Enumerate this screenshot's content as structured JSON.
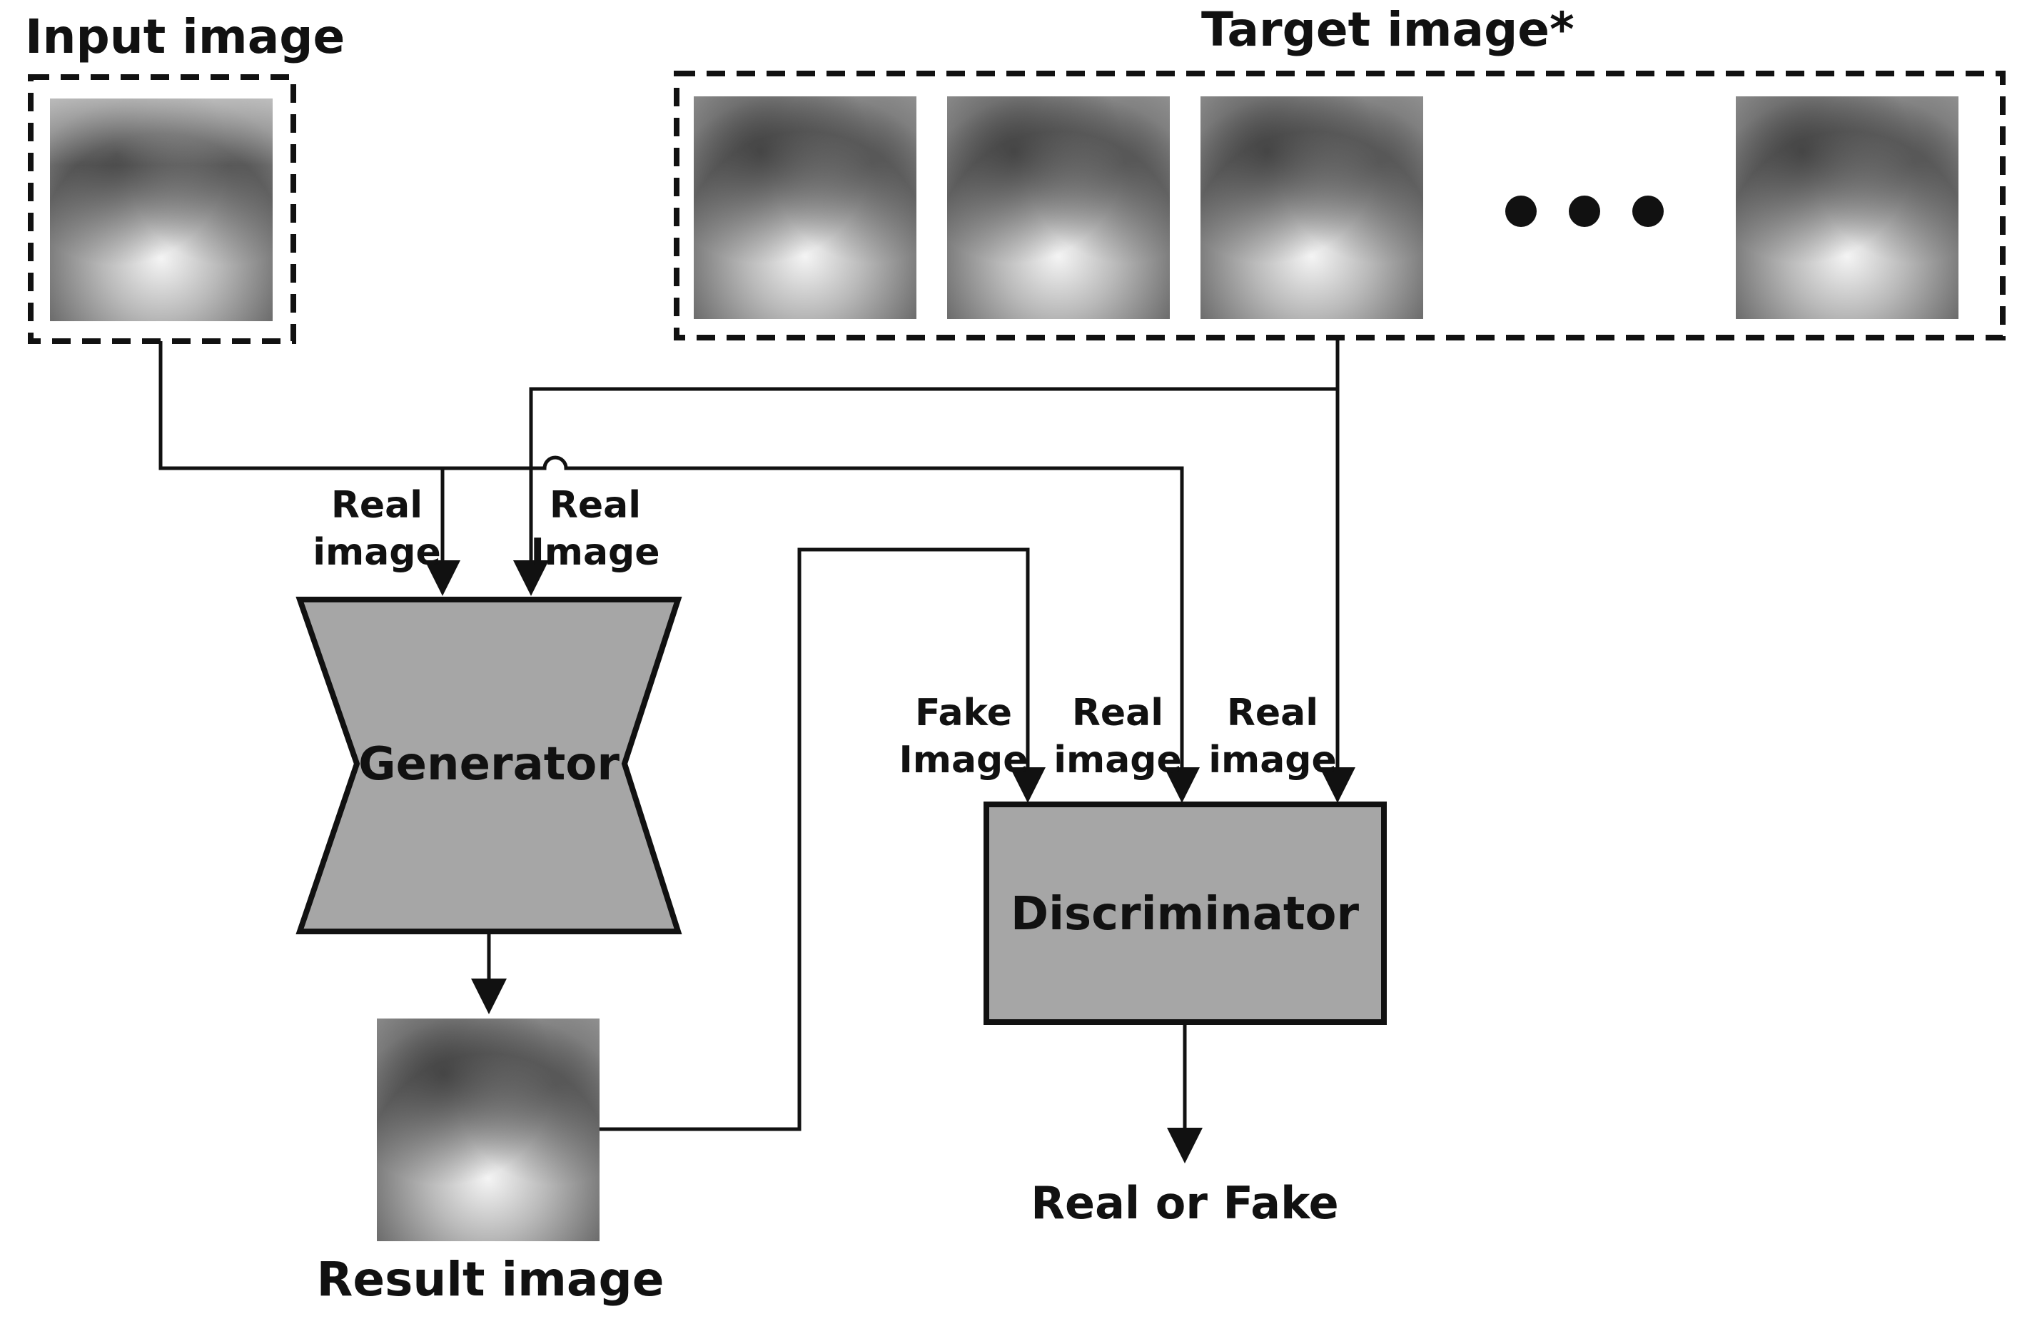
{
  "input": {
    "title": "Input image"
  },
  "target": {
    "title": "Target image*"
  },
  "generator": {
    "label": "Generator",
    "inputs": [
      {
        "line1": "Real",
        "line2": "image"
      },
      {
        "line1": "Real",
        "line2": "Image"
      }
    ]
  },
  "discriminator": {
    "label": "Discriminator",
    "inputs": [
      {
        "line1": "Fake",
        "line2": "Image"
      },
      {
        "line1": "Real",
        "line2": "image"
      },
      {
        "line1": "Real",
        "line2": "image"
      }
    ]
  },
  "result": {
    "title": "Result image"
  },
  "output": {
    "label": "Real or Fake"
  }
}
